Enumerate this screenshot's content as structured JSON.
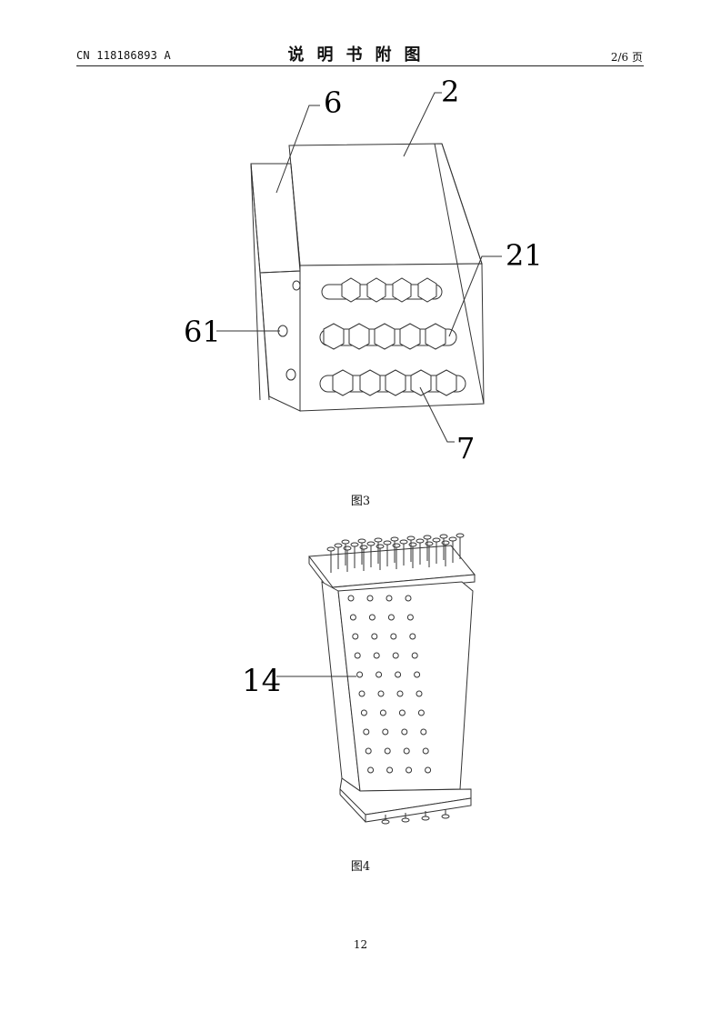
{
  "header": {
    "publication_number": "CN 118186893 A",
    "section_title": "说明书附图",
    "page_indicator": "2/6 页"
  },
  "figures": [
    {
      "caption": "图3",
      "reference_labels": [
        "6",
        "2",
        "21",
        "61",
        "7"
      ]
    },
    {
      "caption": "图4",
      "reference_labels": [
        "14"
      ]
    }
  ],
  "footer": {
    "page_number": "12"
  }
}
